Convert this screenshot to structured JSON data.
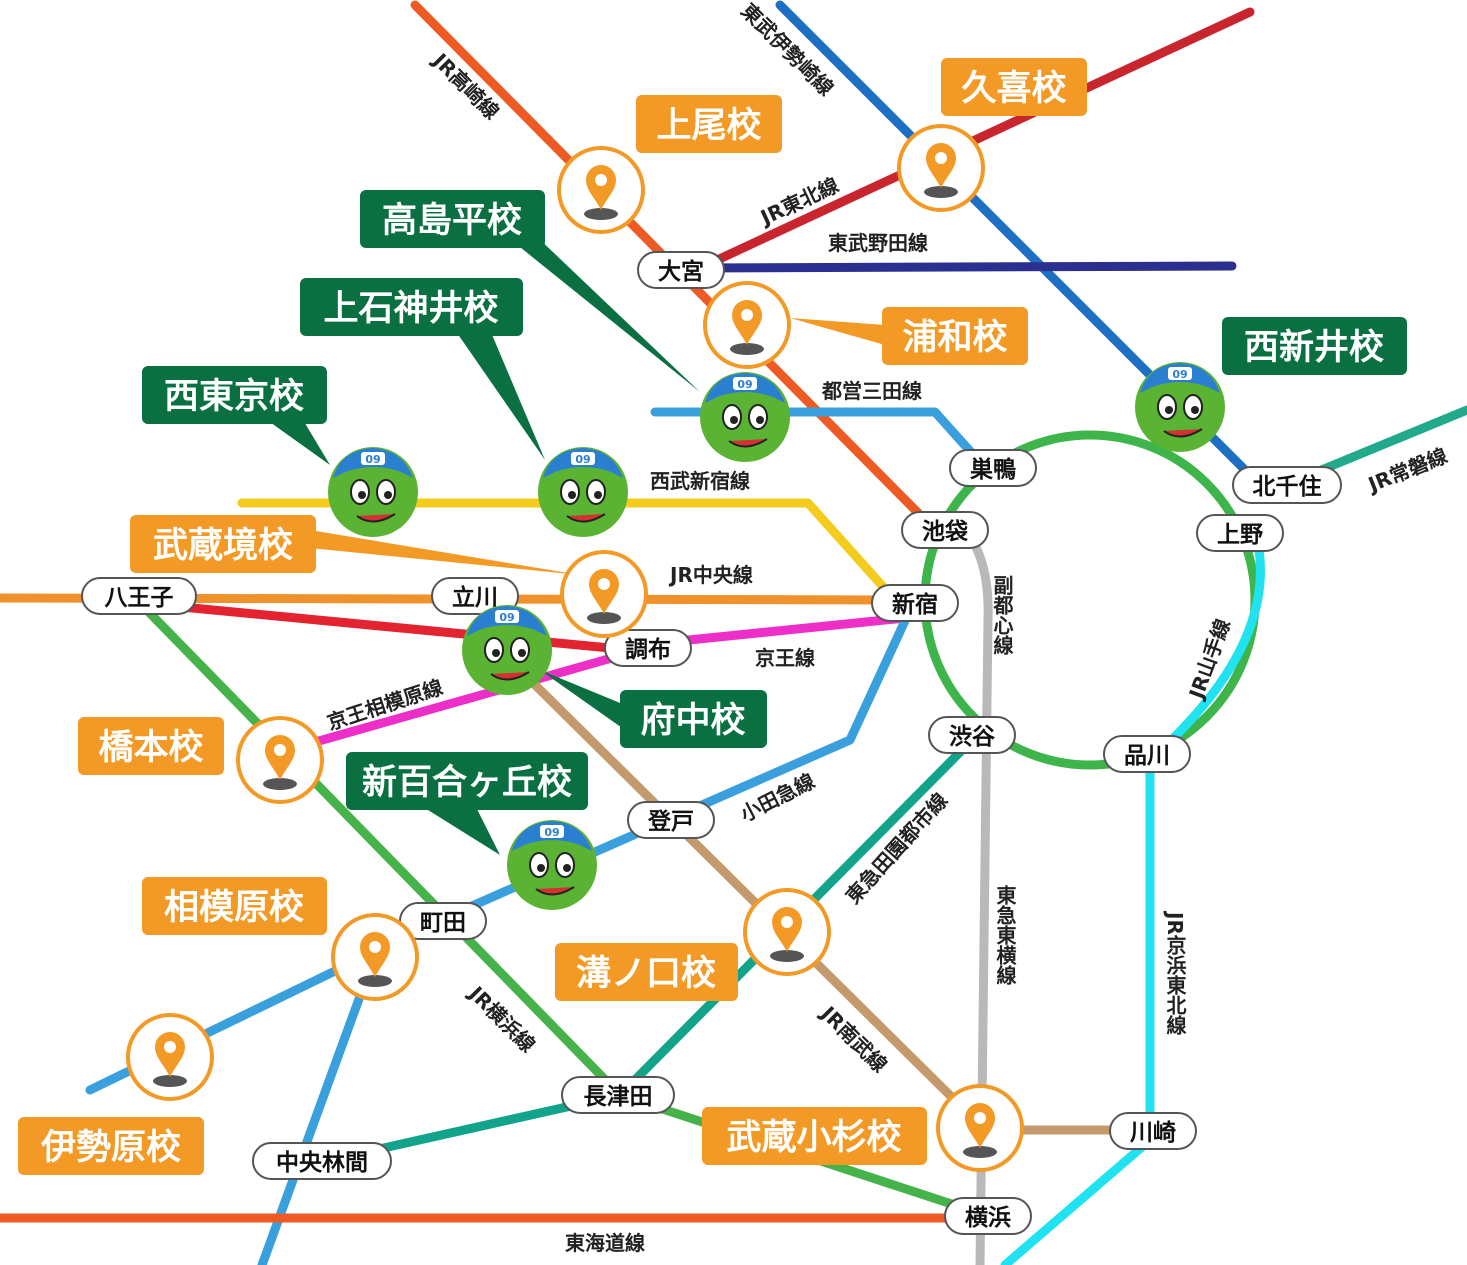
{
  "colors": {
    "orange_school": "#f39a26",
    "green_school": "#0a7042",
    "mascot_green": "#5bb333",
    "mascot_cap": "#2b7fd0"
  },
  "lines": [
    {
      "id": "jr-takasaki",
      "label": "JR高崎線",
      "color": "#ee5a24"
    },
    {
      "id": "tobu-isesaki",
      "label": "東武伊勢崎線",
      "color": "#1d6fc4"
    },
    {
      "id": "jr-tohoku",
      "label": "JR東北線",
      "color": "#c8252e"
    },
    {
      "id": "tobu-noda",
      "label": "東武野田線",
      "color": "#2b2f8f"
    },
    {
      "id": "toei-mita",
      "label": "都営三田線",
      "color": "#3aa0dd"
    },
    {
      "id": "seibu-shinjuku",
      "label": "西武新宿線",
      "color": "#f4cc1d"
    },
    {
      "id": "jr-chuo",
      "label": "JR中央線",
      "color": "#f0922b"
    },
    {
      "id": "keio",
      "label": "京王線",
      "color": "#ee2ec8"
    },
    {
      "id": "keio-sagamihara",
      "label": "京王相模原線",
      "color": "#ee2ec8"
    },
    {
      "id": "odakyu",
      "label": "小田急線",
      "color": "#3aa0dd"
    },
    {
      "id": "tokyu-denentoshi",
      "label": "東急田園都市線",
      "color": "#12a48a"
    },
    {
      "id": "fukutoshin",
      "label": "副都心線",
      "color": "#b9b9b9"
    },
    {
      "id": "jr-yamanote",
      "label": "JR山手線",
      "color": "#3db54a"
    },
    {
      "id": "tokyu-toyoko",
      "label": "東急東横線",
      "color": "#b9b9b9"
    },
    {
      "id": "jr-keihin-tohoku",
      "label": "JR京浜東北線",
      "color": "#21e2f0"
    },
    {
      "id": "jr-joban",
      "label": "JR常磐線",
      "color": "#20a98a"
    },
    {
      "id": "jr-yokohama",
      "label": "JR横浜線",
      "color": "#46b34a"
    },
    {
      "id": "jr-nambu",
      "label": "JR南武線",
      "color": "#c49a6c"
    },
    {
      "id": "tokaido",
      "label": "東海道線",
      "color": "#ee5a24"
    },
    {
      "id": "jr-hachiko-red",
      "label": "",
      "color": "#e42330"
    },
    {
      "id": "chuo-rinkan",
      "label": "",
      "color": "#3aa0dd"
    }
  ],
  "stations": {
    "omiya": "大宮",
    "sugamo": "巣鴨",
    "ikebukuro": "池袋",
    "kitasenju": "北千住",
    "ueno": "上野",
    "hachioji": "八王子",
    "tachikawa": "立川",
    "shinjuku": "新宿",
    "chofu": "調布",
    "shibuya": "渋谷",
    "shinagawa": "品川",
    "noborito": "登戸",
    "machida": "町田",
    "nagatsuta": "長津田",
    "chuorinkan": "中央林間",
    "kawasaki": "川崎",
    "yokohama": "横浜"
  },
  "schools": [
    {
      "id": "ageo",
      "name": "上尾校",
      "type": "orange"
    },
    {
      "id": "kuki",
      "name": "久喜校",
      "type": "orange"
    },
    {
      "id": "takashimadaira",
      "name": "高島平校",
      "type": "green"
    },
    {
      "id": "urawa",
      "name": "浦和校",
      "type": "orange"
    },
    {
      "id": "kamishakujii",
      "name": "上石神井校",
      "type": "green"
    },
    {
      "id": "nishiarai",
      "name": "西新井校",
      "type": "green"
    },
    {
      "id": "nishitokyo",
      "name": "西東京校",
      "type": "green"
    },
    {
      "id": "musashisakai",
      "name": "武蔵境校",
      "type": "orange"
    },
    {
      "id": "fuchu",
      "name": "府中校",
      "type": "green"
    },
    {
      "id": "hashimoto",
      "name": "橋本校",
      "type": "orange"
    },
    {
      "id": "shinyurigaoka",
      "name": "新百合ヶ丘校",
      "type": "green"
    },
    {
      "id": "sagamihara",
      "name": "相模原校",
      "type": "orange"
    },
    {
      "id": "mizonokuchi",
      "name": "溝ノ口校",
      "type": "orange"
    },
    {
      "id": "iseharaa",
      "name": "伊勢原校",
      "type": "orange"
    },
    {
      "id": "musashikosugi",
      "name": "武蔵小杉校",
      "type": "orange"
    }
  ],
  "mascot": {
    "cap_number": "09"
  }
}
